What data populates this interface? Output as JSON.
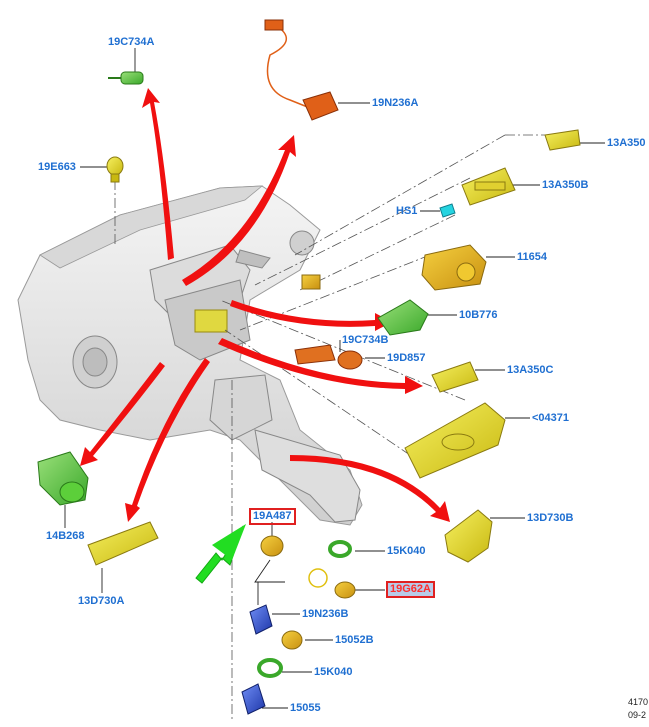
{
  "labels": {
    "l19C734A": "19C734A",
    "l19N236A": "19N236A",
    "l13A350": "13A350",
    "l19E663": "19E663",
    "l13A350B": "13A350B",
    "lHS1": "HS1",
    "l11654": "11654",
    "l10B776": "10B776",
    "l19C734B": "19C734B",
    "l19D857": "19D857",
    "l13A350C": "13A350C",
    "l04371": "<04371",
    "l13D730B": "13D730B",
    "l14B268": "14B268",
    "l13D730A": "13D730A",
    "l19A487": "19A487",
    "l15K040a": "15K040",
    "l19G62A": "19G62A",
    "l19N236B": "19N236B",
    "l15052B": "15052B",
    "l15K040b": "15K040",
    "l15055": "15055"
  },
  "reference": {
    "code": "4170",
    "date": "09-2"
  },
  "colors": {
    "label_text": "#1f6fd1",
    "highlight_box": "#e02020",
    "arrow_red": "#f01010",
    "arrow_green": "#22dd22",
    "part_yellow": "#e8e020",
    "part_green": "#5ccf3a",
    "part_orange": "#e06018",
    "part_blue": "#2a4fd0",
    "dashboard": "#e6e6e6"
  }
}
